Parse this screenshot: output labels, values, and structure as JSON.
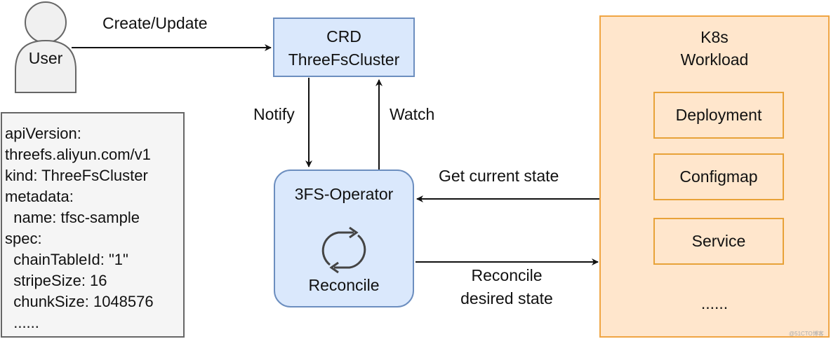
{
  "user": {
    "label": "User"
  },
  "crd": {
    "line1": "CRD",
    "line2": "ThreeFsCluster"
  },
  "operator": {
    "title": "3FS-Operator",
    "reconcile": "Reconcile"
  },
  "k8s": {
    "line1": "K8s",
    "line2": "Workload",
    "items": [
      "Deployment",
      "Configmap",
      "Service"
    ],
    "more": "......"
  },
  "edges": {
    "create_update": "Create/Update",
    "notify": "Notify",
    "watch": "Watch",
    "get_state": "Get current state",
    "reconcile_line1": "Reconcile",
    "reconcile_line2": "desired state"
  },
  "yaml": [
    "apiVersion:",
    "threefs.aliyun.com/v1",
    "kind: ThreeFsCluster",
    "metadata:",
    "  name: tfsc-sample",
    "spec:",
    "  chainTableId: \"1\"",
    "  stripeSize: 16",
    "  chunkSize: 1048576",
    "  ......"
  ],
  "watermark": "@51CTO博客",
  "colors": {
    "blue_fill": "#dae8fc",
    "blue_stroke": "#6c8ebf",
    "orange_fill": "#ffe6cc",
    "orange_stroke": "#e8a238",
    "gray_fill": "#f5f5f5",
    "gray_stroke": "#666666"
  }
}
